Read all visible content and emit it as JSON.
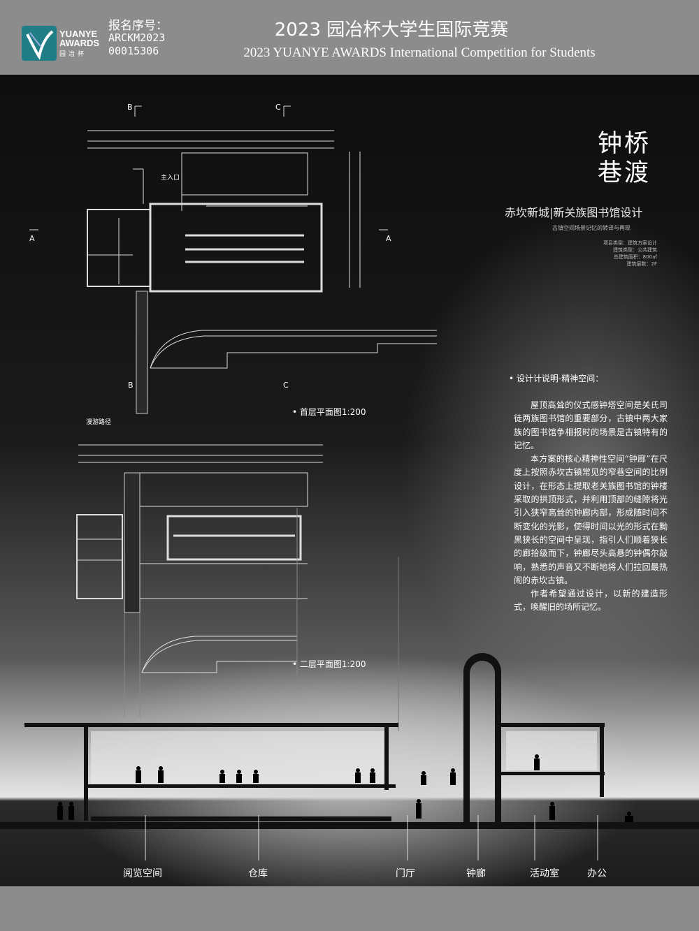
{
  "header": {
    "logo_line1": "YUANYE",
    "logo_line2": "AWARDS",
    "logo_sub": "园冶杯",
    "reg_label": "报名序号：",
    "reg_num_1": "ARCKM2023",
    "reg_num_2": "00015306",
    "title_cn": "2023 园冶杯大学生国际竞赛",
    "title_en": "2023 YUANYE AWARDS International Competition for  Students"
  },
  "project": {
    "title_line1": "钟桥",
    "title_line2": "巷渡",
    "subtitle": "赤坎新城|新关族图书馆设计",
    "tagline": "古镇空间场景记忆的转译与再现",
    "info": [
      "项目类型：建筑方案设计",
      "建筑类型：公共建筑",
      "总建筑面积：800㎡",
      "建筑层数：2F"
    ]
  },
  "description": {
    "heading": "• 设计计说明-精神空间：",
    "paragraphs": [
      "屋顶高耸的仪式感钟塔空间是关氏司徒两族图书馆的重要部分，古镇中两大家族的图书馆争相报时的场景是古镇特有的记忆。",
      "本方案的核心精神性空间“钟廊”在尺度上按照赤坎古镇常见的窄巷空间的比例设计，在形态上提取老关族图书馆的钟楼采取的拱顶形式，并利用顶部的缝隙将光引入狭窄高耸的钟廊内部，形成随时间不断变化的光影，使得时间以光的形式在黝黑狭长的空间中呈现，指引人们顺着狭长的廊拾级而下，钟廊尽头高悬的钟偶尔敲响，熟悉的声音又不断地将人们拉回最热闹的赤坎古镇。",
      "作者希望通过设计，以新的建造形式，唤醒旧的场所记忆。"
    ]
  },
  "plans": {
    "ground_label": "• 首层平面图1:200",
    "second_label": "• 二层平面图1:200",
    "entrance_label": "主入口",
    "path_label": "漫游路径",
    "section_markers": [
      "A",
      "B",
      "C"
    ]
  },
  "section_labels": [
    "阅览空间",
    "仓库",
    "门厅",
    "钟廊",
    "活动室",
    "办公"
  ]
}
